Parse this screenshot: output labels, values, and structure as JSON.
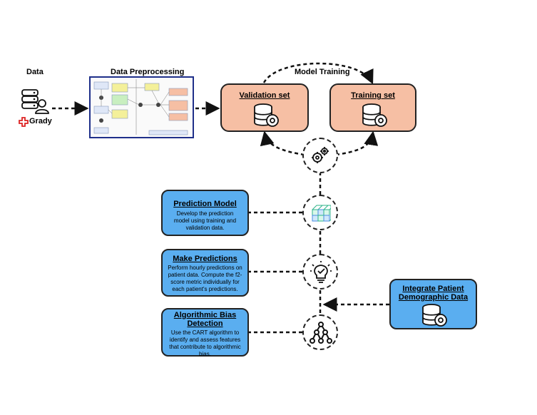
{
  "data_section": {
    "title": "Data",
    "brand_name": "Grady"
  },
  "preprocessing": {
    "title": "Data Preprocessing"
  },
  "training_loop": {
    "title": "Model Training"
  },
  "validation_set": {
    "title": "Validation set"
  },
  "training_set": {
    "title": "Training set"
  },
  "prediction_model": {
    "title": "Prediction Model",
    "desc_lines": [
      "Develop the prediction",
      "model using training and",
      "validation data."
    ]
  },
  "make_predictions": {
    "title": "Make Predictions",
    "desc_lines": [
      "Perform hourly predictions on",
      "patient data. Compute the f2-",
      "score metric individually for",
      "each patient's predictions."
    ]
  },
  "algorithmic_bias": {
    "title_lines": [
      "Algorithmic Bias",
      "Detection"
    ],
    "desc_lines": [
      "Use the CART algorithm to",
      "identify and assess features",
      "that contribute to algorithmic",
      "bias."
    ]
  },
  "demographic": {
    "title_lines": [
      "Integrate Patient",
      "Demographic Data"
    ]
  },
  "colors": {
    "orange_box": "#f6bfa4",
    "blue_box": "#5aaef0",
    "preprocessing_border": "#1f2f8a",
    "grady_red": "#d22"
  },
  "icons": [
    "database-gear-icon",
    "user-doctor-icon",
    "grady-cross-icon",
    "gears-icon",
    "cubes-icon",
    "lightbulb-check-icon",
    "tree-hierarchy-icon"
  ]
}
